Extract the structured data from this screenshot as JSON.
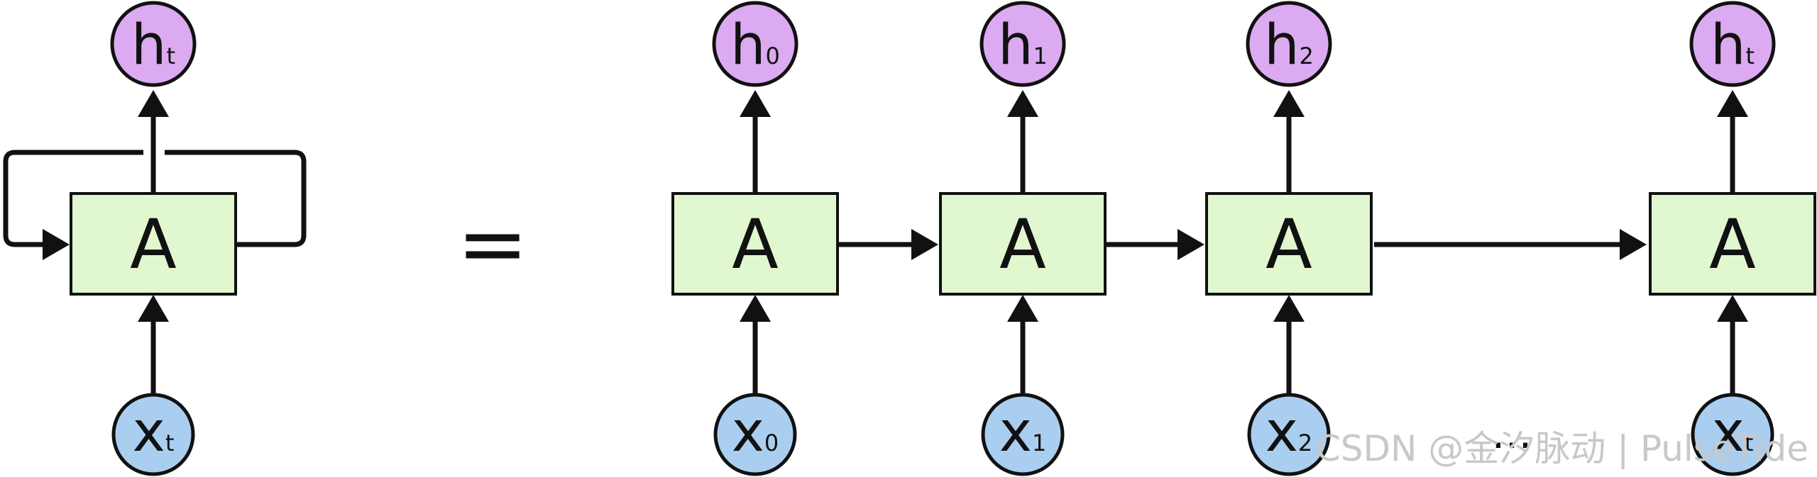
{
  "diagram": {
    "cell_label": "A",
    "equals": "=",
    "ellipsis": "...",
    "rolled": {
      "output": {
        "main": "h",
        "sub": "t"
      },
      "input": {
        "main": "x",
        "sub": "t"
      }
    },
    "unrolled": [
      {
        "output": {
          "main": "h",
          "sub": "0"
        },
        "input": {
          "main": "x",
          "sub": "0"
        }
      },
      {
        "output": {
          "main": "h",
          "sub": "1"
        },
        "input": {
          "main": "x",
          "sub": "1"
        }
      },
      {
        "output": {
          "main": "h",
          "sub": "2"
        },
        "input": {
          "main": "x",
          "sub": "2"
        }
      },
      {
        "output": {
          "main": "h",
          "sub": "t"
        },
        "input": {
          "main": "x",
          "sub": "t"
        }
      }
    ]
  },
  "watermark": "CSDN @金汐脉动 | PulseTide",
  "colors": {
    "cell_fill": "#e0f7d0",
    "output_fill": "#dcaaf0",
    "input_fill": "#a9cef0",
    "stroke": "#111111",
    "watermark": "#c8c8c8"
  }
}
